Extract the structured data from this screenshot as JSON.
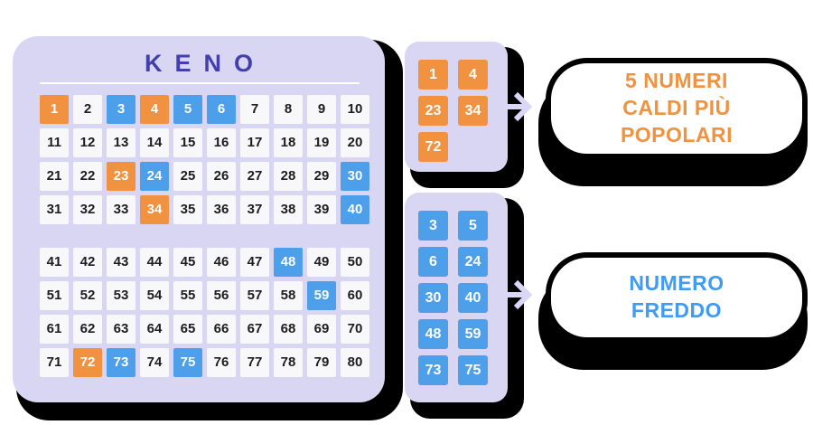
{
  "board": {
    "title": "KENO",
    "rows": [
      [
        1,
        2,
        3,
        4,
        5,
        6,
        7,
        8,
        9,
        10
      ],
      [
        11,
        12,
        13,
        14,
        15,
        16,
        17,
        18,
        19,
        20
      ],
      [
        21,
        22,
        23,
        24,
        25,
        26,
        27,
        28,
        29,
        30
      ],
      [
        31,
        32,
        33,
        34,
        35,
        36,
        37,
        38,
        39,
        40
      ],
      [
        41,
        42,
        43,
        44,
        45,
        46,
        47,
        48,
        49,
        50
      ],
      [
        51,
        52,
        53,
        54,
        55,
        56,
        57,
        58,
        59,
        60
      ],
      [
        61,
        62,
        63,
        64,
        65,
        66,
        67,
        68,
        69,
        70
      ],
      [
        71,
        72,
        73,
        74,
        75,
        76,
        77,
        78,
        79,
        80
      ]
    ],
    "hot_numbers": [
      1,
      4,
      23,
      34,
      72
    ],
    "cold_numbers": [
      3,
      5,
      6,
      24,
      30,
      40,
      48,
      59,
      73,
      75
    ]
  },
  "hot_panel": {
    "numbers": [
      1,
      4,
      23,
      34,
      72
    ]
  },
  "cold_panel": {
    "numbers": [
      3,
      5,
      6,
      24,
      30,
      40,
      48,
      59,
      73,
      75
    ]
  },
  "hot_label": {
    "lines": [
      "5 NUMERI",
      "CALDI PIÙ",
      "POPOLARI"
    ]
  },
  "cold_label": {
    "lines": [
      "NUMERO",
      "FREDDO"
    ]
  },
  "icons": {
    "hot_arrow": "arrow-right-icon",
    "cold_arrow": "arrow-right-icon"
  },
  "colors": {
    "hot": "#F0923F",
    "cold": "#4C9FE8",
    "panel_bg": "#D9D6F3",
    "cell_bg": "#F8F8FB",
    "cell_text": "#1D1D1F",
    "title_text": "#4340AD",
    "hot_label_text": "#F0923F",
    "cold_label_text": "#3F9CF2",
    "arrow": "#DAD6F5",
    "shadow": "#000000"
  }
}
